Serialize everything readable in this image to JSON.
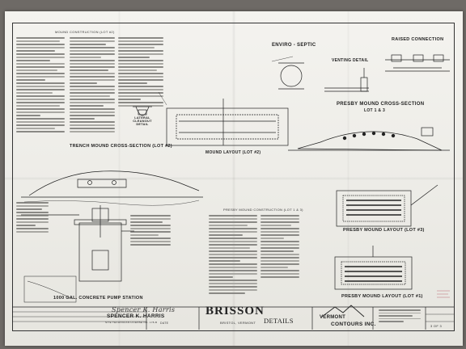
{
  "labels": {
    "enviro_septic": "ENVIRO - SEPTIC",
    "raised_connection": "RAISED CONNECTION",
    "venting_detail": "VENTING DETAIL",
    "presby_cross_title": "PRESBY MOUND CROSS-SECTION",
    "presby_cross_sub": "LOT 1 & 3",
    "trench_cross": "TRENCH MOUND CROSS-SECTION (LOT #2)",
    "mound_layout_2": "MOUND LAYOUT (LOT #2)",
    "lateral_cleanout": "LATERAL CLEANOUT DETAIL",
    "presby_layout_3": "PRESBY MOUND LAYOUT (LOT #3)",
    "presby_layout_1": "PRESBY MOUND LAYOUT (LOT #1)",
    "pump_station": "1000 GAL. CONCRETE PUMP STATION",
    "mound_construction_2": "MOUND CONSTRUCTION (LOT #2)",
    "presby_construction": "PRESBY MOUND CONSTRUCTION (LOT 1 & 3)"
  },
  "title_block": {
    "engineer_name": "SPENCER K. HARRIS",
    "engineer_sub": "SITE TECHNICIAN LICENSE NO. 178-B",
    "signature": "Spencer K. Harris",
    "date_label": "DATE",
    "project": "BRISSON",
    "project_sub": "BRISTOL, VERMONT",
    "sheet_title": "DETAILS",
    "company_line1": "VERMONT",
    "company_line2": "CONTOURS INC.",
    "sheet_number": "3 OF 3"
  },
  "colors": {
    "ink": "#222222",
    "paper": "#f1f0ec",
    "background": "#6e6a66"
  }
}
